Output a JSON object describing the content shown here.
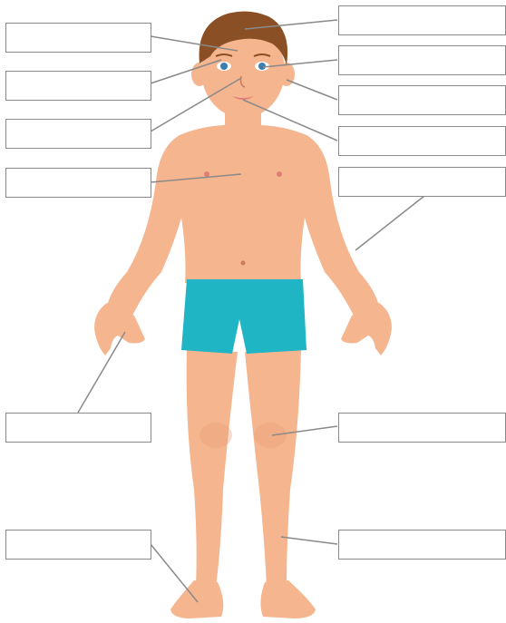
{
  "diagram": {
    "colors": {
      "skin": "#f5b58e",
      "skin_shadow": "#e89a72",
      "hair": "#8a4f24",
      "shorts": "#1fb5c4",
      "eyes": "#3b7fb0",
      "lips": "#e07d78",
      "leader_line": "#8a8a8a",
      "box_border": "#8a8a8a"
    },
    "label_boxes": [
      {
        "id": "hair",
        "side": "right",
        "value": ""
      },
      {
        "id": "eye",
        "side": "right",
        "value": ""
      },
      {
        "id": "ear",
        "side": "right",
        "value": ""
      },
      {
        "id": "mouth",
        "side": "right",
        "value": ""
      },
      {
        "id": "arm",
        "side": "right",
        "value": ""
      },
      {
        "id": "knee",
        "side": "right",
        "value": ""
      },
      {
        "id": "leg",
        "side": "right",
        "value": ""
      },
      {
        "id": "head",
        "side": "left",
        "value": ""
      },
      {
        "id": "eyebrow",
        "side": "left",
        "value": ""
      },
      {
        "id": "nose",
        "side": "left",
        "value": ""
      },
      {
        "id": "chest",
        "side": "left",
        "value": ""
      },
      {
        "id": "hand",
        "side": "left",
        "value": ""
      },
      {
        "id": "foot",
        "side": "left",
        "value": ""
      }
    ]
  }
}
